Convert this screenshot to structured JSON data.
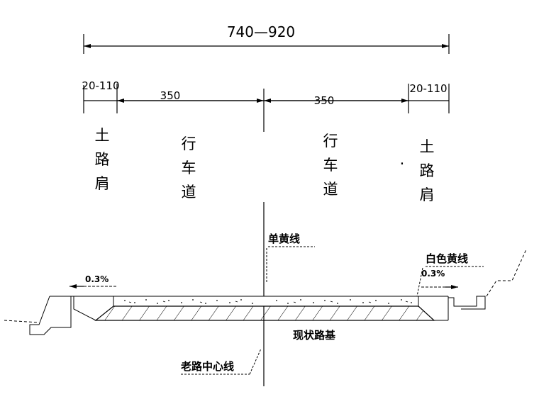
{
  "dimensions": {
    "total": "740—920",
    "left_shoulder": "20-110",
    "left_lane": "350",
    "right_lane": "350",
    "right_shoulder": "20-110"
  },
  "zones": {
    "left_shoulder": [
      "土",
      "路",
      "肩"
    ],
    "left_lane": [
      "行",
      "车",
      "道"
    ],
    "right_lane": [
      "行",
      "车",
      "道"
    ],
    "right_shoulder": [
      "土",
      "路",
      "肩"
    ],
    "dot": "·"
  },
  "labels": {
    "single_yellow": "单黄线",
    "white_yellow": "白色黄线",
    "slope_left": "0.3%",
    "slope_right": "0.3%",
    "subgrade": "现状路基",
    "old_centerline": "老路中心线"
  }
}
